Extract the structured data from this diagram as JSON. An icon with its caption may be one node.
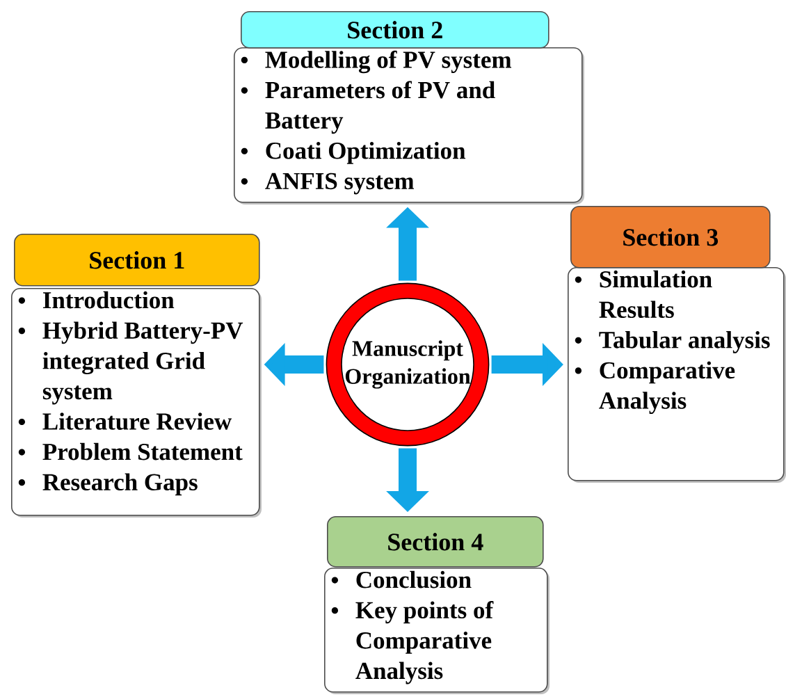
{
  "diagram": {
    "nodes": [
      {
        "text": [
          "Section 2"
        ]
      },
      {
        "text": [
          "Modelling of PV system",
          "Parameters of PV and Battery",
          "Coati Optimization",
          "ANFIS system"
        ]
      },
      {
        "text": [
          "Section 1"
        ]
      },
      {
        "text": [
          "Introduction",
          "Hybrid Battery-PV integrated Grid system",
          "Literature Review",
          "Problem Statement",
          "Research Gaps"
        ]
      },
      {
        "text": [
          "Section 3"
        ]
      },
      {
        "text": [
          "Simulation Results",
          "Tabular analysis",
          "Comparative Analysis"
        ]
      },
      {
        "text": [
          "Manuscript Organization"
        ]
      },
      {
        "text": [
          "Section 4"
        ]
      },
      {
        "text": [
          "Conclusion",
          "Key points of Comparative Analysis"
        ]
      }
    ],
    "edges": [
      {
        "from": 6,
        "to": 1,
        "arrow": "to"
      },
      {
        "from": 6,
        "to": 3,
        "arrow": "to"
      },
      {
        "from": 6,
        "to": 5,
        "arrow": "to"
      },
      {
        "from": 6,
        "to": 7,
        "arrow": "to"
      }
    ]
  }
}
